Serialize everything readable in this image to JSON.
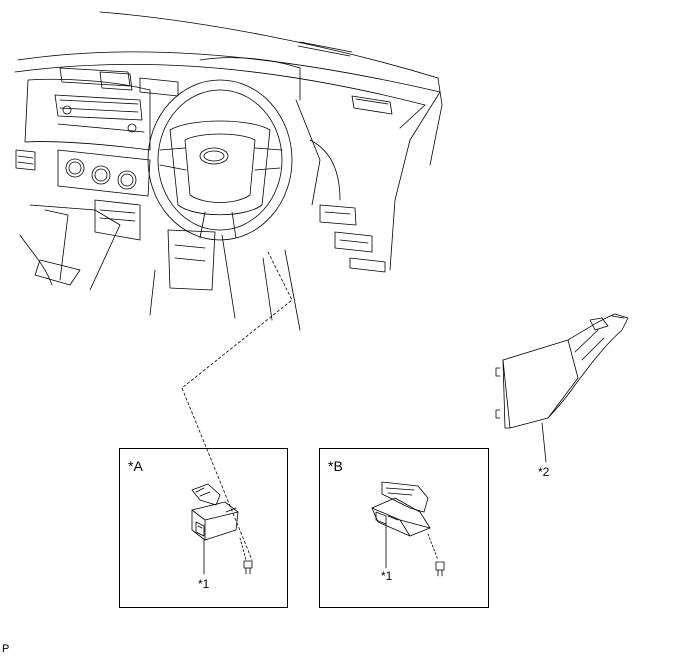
{
  "views": {
    "a": {
      "label": "*A"
    },
    "b": {
      "label": "*B"
    }
  },
  "callouts": {
    "part1_a": "*1",
    "part1_b": "*1",
    "part2": "*2"
  },
  "footer": {
    "code": "P"
  }
}
